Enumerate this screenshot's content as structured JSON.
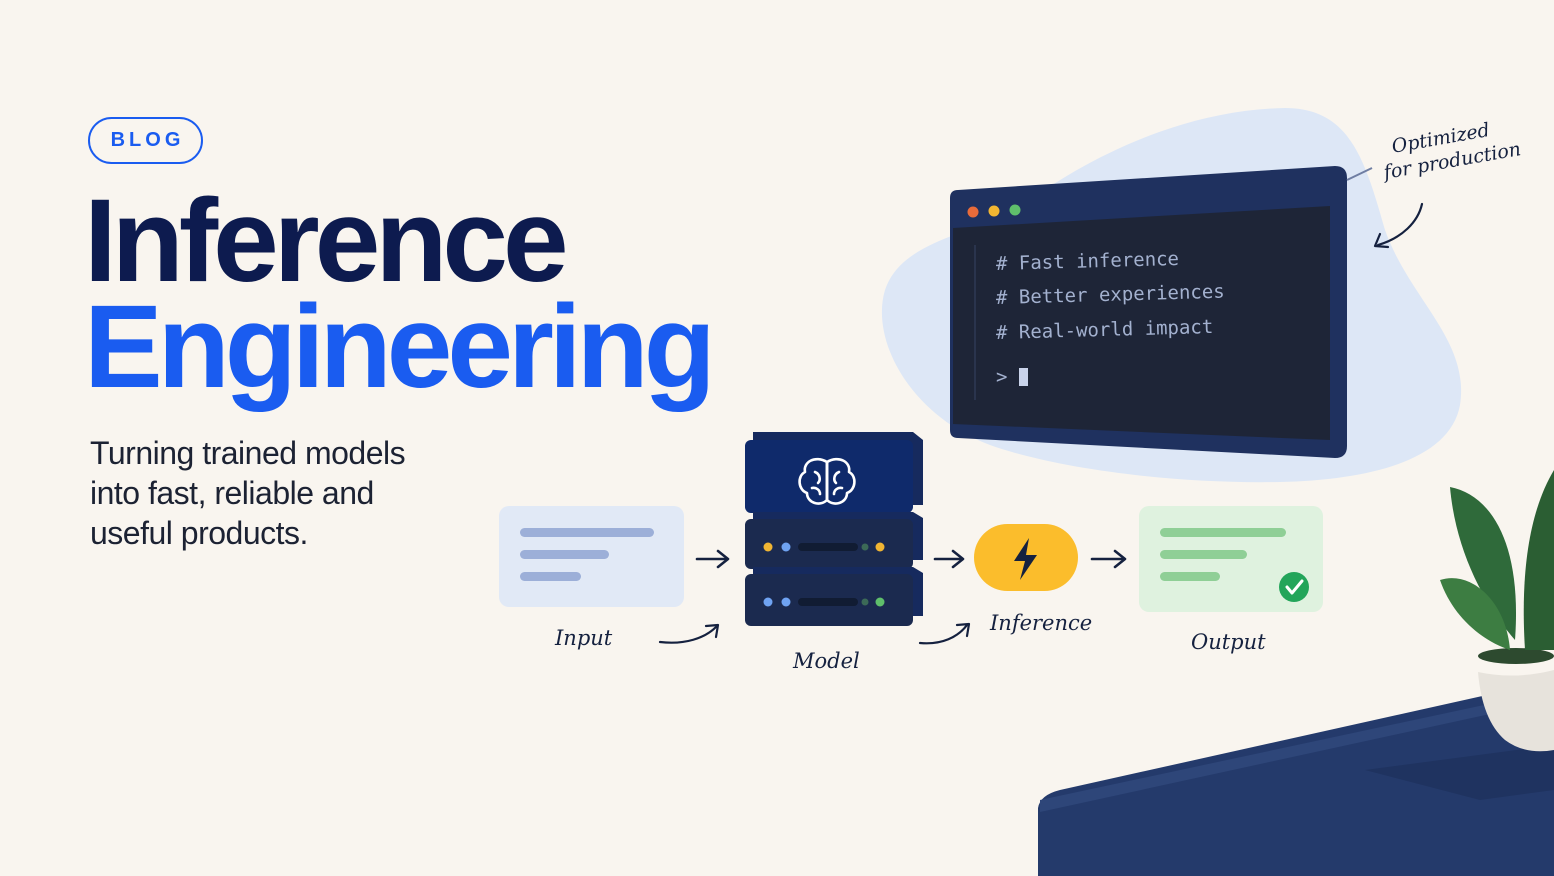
{
  "badge": {
    "label": "BLOG"
  },
  "title": {
    "line1": "Inference",
    "line2": "Engineering"
  },
  "subtitle": {
    "line1": "Turning trained models",
    "line2": "into fast, reliable and",
    "line3": "useful products."
  },
  "annotation": {
    "line1": "Optimized",
    "line2": "for production"
  },
  "terminal": {
    "lines": [
      "# Fast inference",
      "# Better experiences",
      "# Real-world impact"
    ],
    "prompt": ">"
  },
  "pipeline": {
    "input_label": "Input",
    "model_label": "Model",
    "inference_label": "Inference",
    "output_label": "Output"
  },
  "colors": {
    "background": "#f9f5ef",
    "accent_blue": "#1a5cf0",
    "navy": "#0d1b4f",
    "inference_yellow": "#fbbd2c",
    "output_green": "#dff2df",
    "check_green": "#23a55a"
  },
  "icons": [
    "brain-icon",
    "lightning-icon",
    "check-icon",
    "arrow-right-icon",
    "curved-arrow-icon",
    "plant-icon"
  ]
}
